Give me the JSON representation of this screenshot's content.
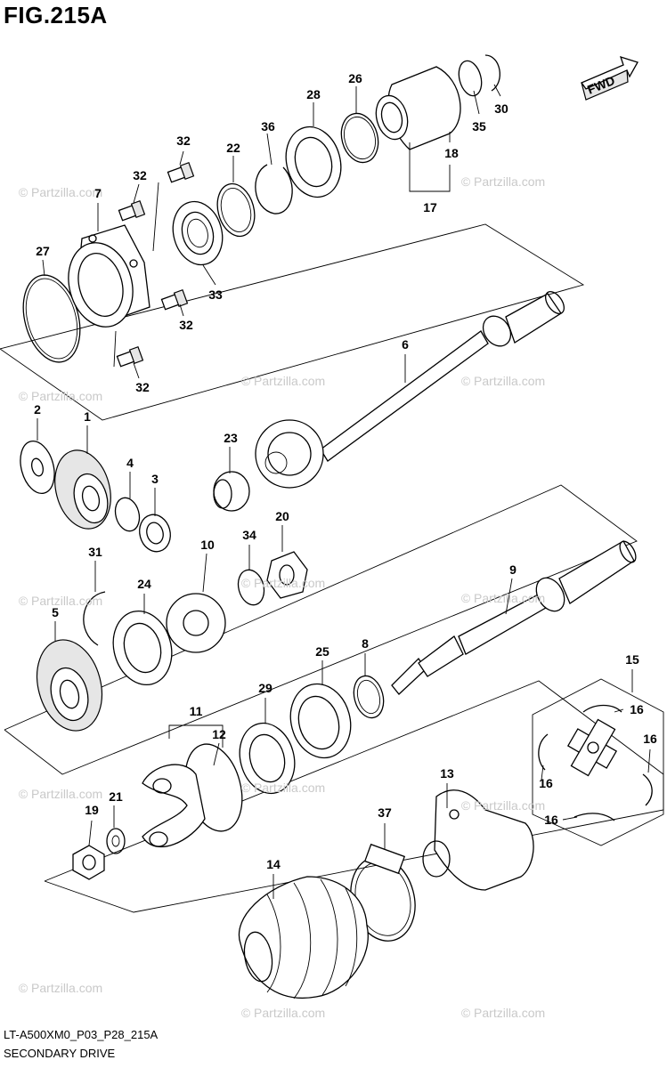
{
  "title": "FIG.215A",
  "fwd_label": "FWD",
  "part_code": "LT-A500XM0_P03_P28_215A",
  "section_name": "SECONDARY DRIVE",
  "watermark": "© Partzilla.com",
  "callouts": [
    "32",
    "32",
    "32",
    "32",
    "7",
    "22",
    "36",
    "28",
    "26",
    "35",
    "30",
    "18",
    "17",
    "27",
    "33",
    "6",
    "2",
    "1",
    "4",
    "3",
    "23",
    "20",
    "34",
    "10",
    "31",
    "24",
    "9",
    "5",
    "8",
    "25",
    "15",
    "16",
    "16",
    "16",
    "16",
    "11",
    "12",
    "29",
    "21",
    "19",
    "13",
    "37",
    "14"
  ]
}
